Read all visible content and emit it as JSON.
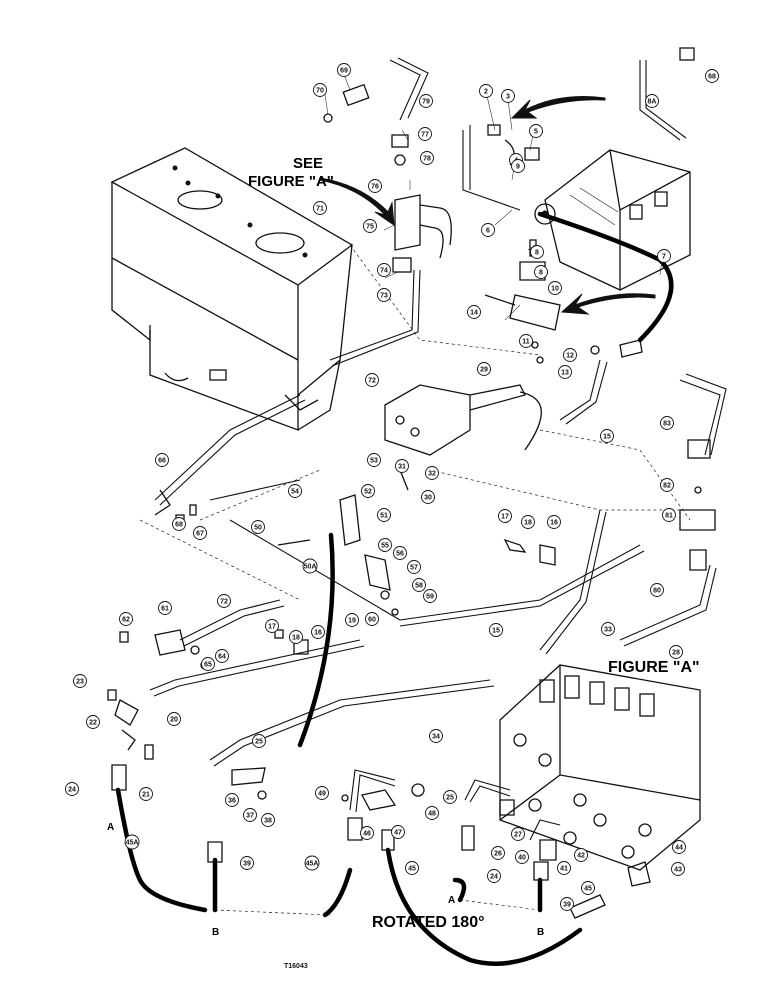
{
  "figure": {
    "see_label": "SEE",
    "see_figure_label": "FIGURE \"A\"",
    "figure_a_label": "FIGURE \"A\"",
    "rotated_label": "ROTATED 180°",
    "drawing_number": "T16043"
  },
  "hose_end_labels": {
    "a_left": "A",
    "b_left": "B",
    "a_right": "A",
    "b_right": "B"
  },
  "callouts": {
    "c2": "2",
    "c3": "3",
    "c4": "4",
    "c5": "5",
    "c6": "6",
    "c7": "7",
    "c8": "8",
    "c8b": "8",
    "c8a": "8A",
    "c9": "9",
    "c10": "10",
    "c11": "11",
    "c12": "12",
    "c13": "13",
    "c14": "14",
    "c15": "15",
    "c15b": "15",
    "c16": "16",
    "c16b": "16",
    "c17": "17",
    "c17b": "17",
    "c18": "18",
    "c18b": "18",
    "c19": "19",
    "c20": "20",
    "c21": "21",
    "c22": "22",
    "c23": "23",
    "c24": "24",
    "c24b": "24",
    "c25": "25",
    "c25b": "25",
    "c26": "26",
    "c27": "27",
    "c28": "28",
    "c29": "29",
    "c30": "30",
    "c31": "31",
    "c32": "32",
    "c33": "33",
    "c34": "34",
    "c36": "36",
    "c37": "37",
    "c38": "38",
    "c39": "39",
    "c39b": "39",
    "c40": "40",
    "c41": "41",
    "c42": "42",
    "c43": "43",
    "c44": "44",
    "c45": "45",
    "c45b": "45",
    "c45a": "45A",
    "c45a2": "45A",
    "c46": "46",
    "c47": "47",
    "c48": "48",
    "c49": "49",
    "c50": "50",
    "c50a": "50A",
    "c51": "51",
    "c52": "52",
    "c53": "53",
    "c54": "54",
    "c55": "55",
    "c56": "56",
    "c57": "57",
    "c58": "58",
    "c59": "59",
    "c60": "60",
    "c61": "61",
    "c62": "62",
    "c64": "64",
    "c65": "65",
    "c66": "66",
    "c67": "67",
    "c68": "68",
    "c68b": "68",
    "c69": "69",
    "c70": "70",
    "c71": "71",
    "c72": "72",
    "c72b": "72",
    "c73": "73",
    "c74": "74",
    "c75": "75",
    "c76": "76",
    "c77": "77",
    "c78": "78",
    "c79": "79",
    "c80": "80",
    "c81": "81",
    "c82": "82",
    "c83": "83"
  }
}
